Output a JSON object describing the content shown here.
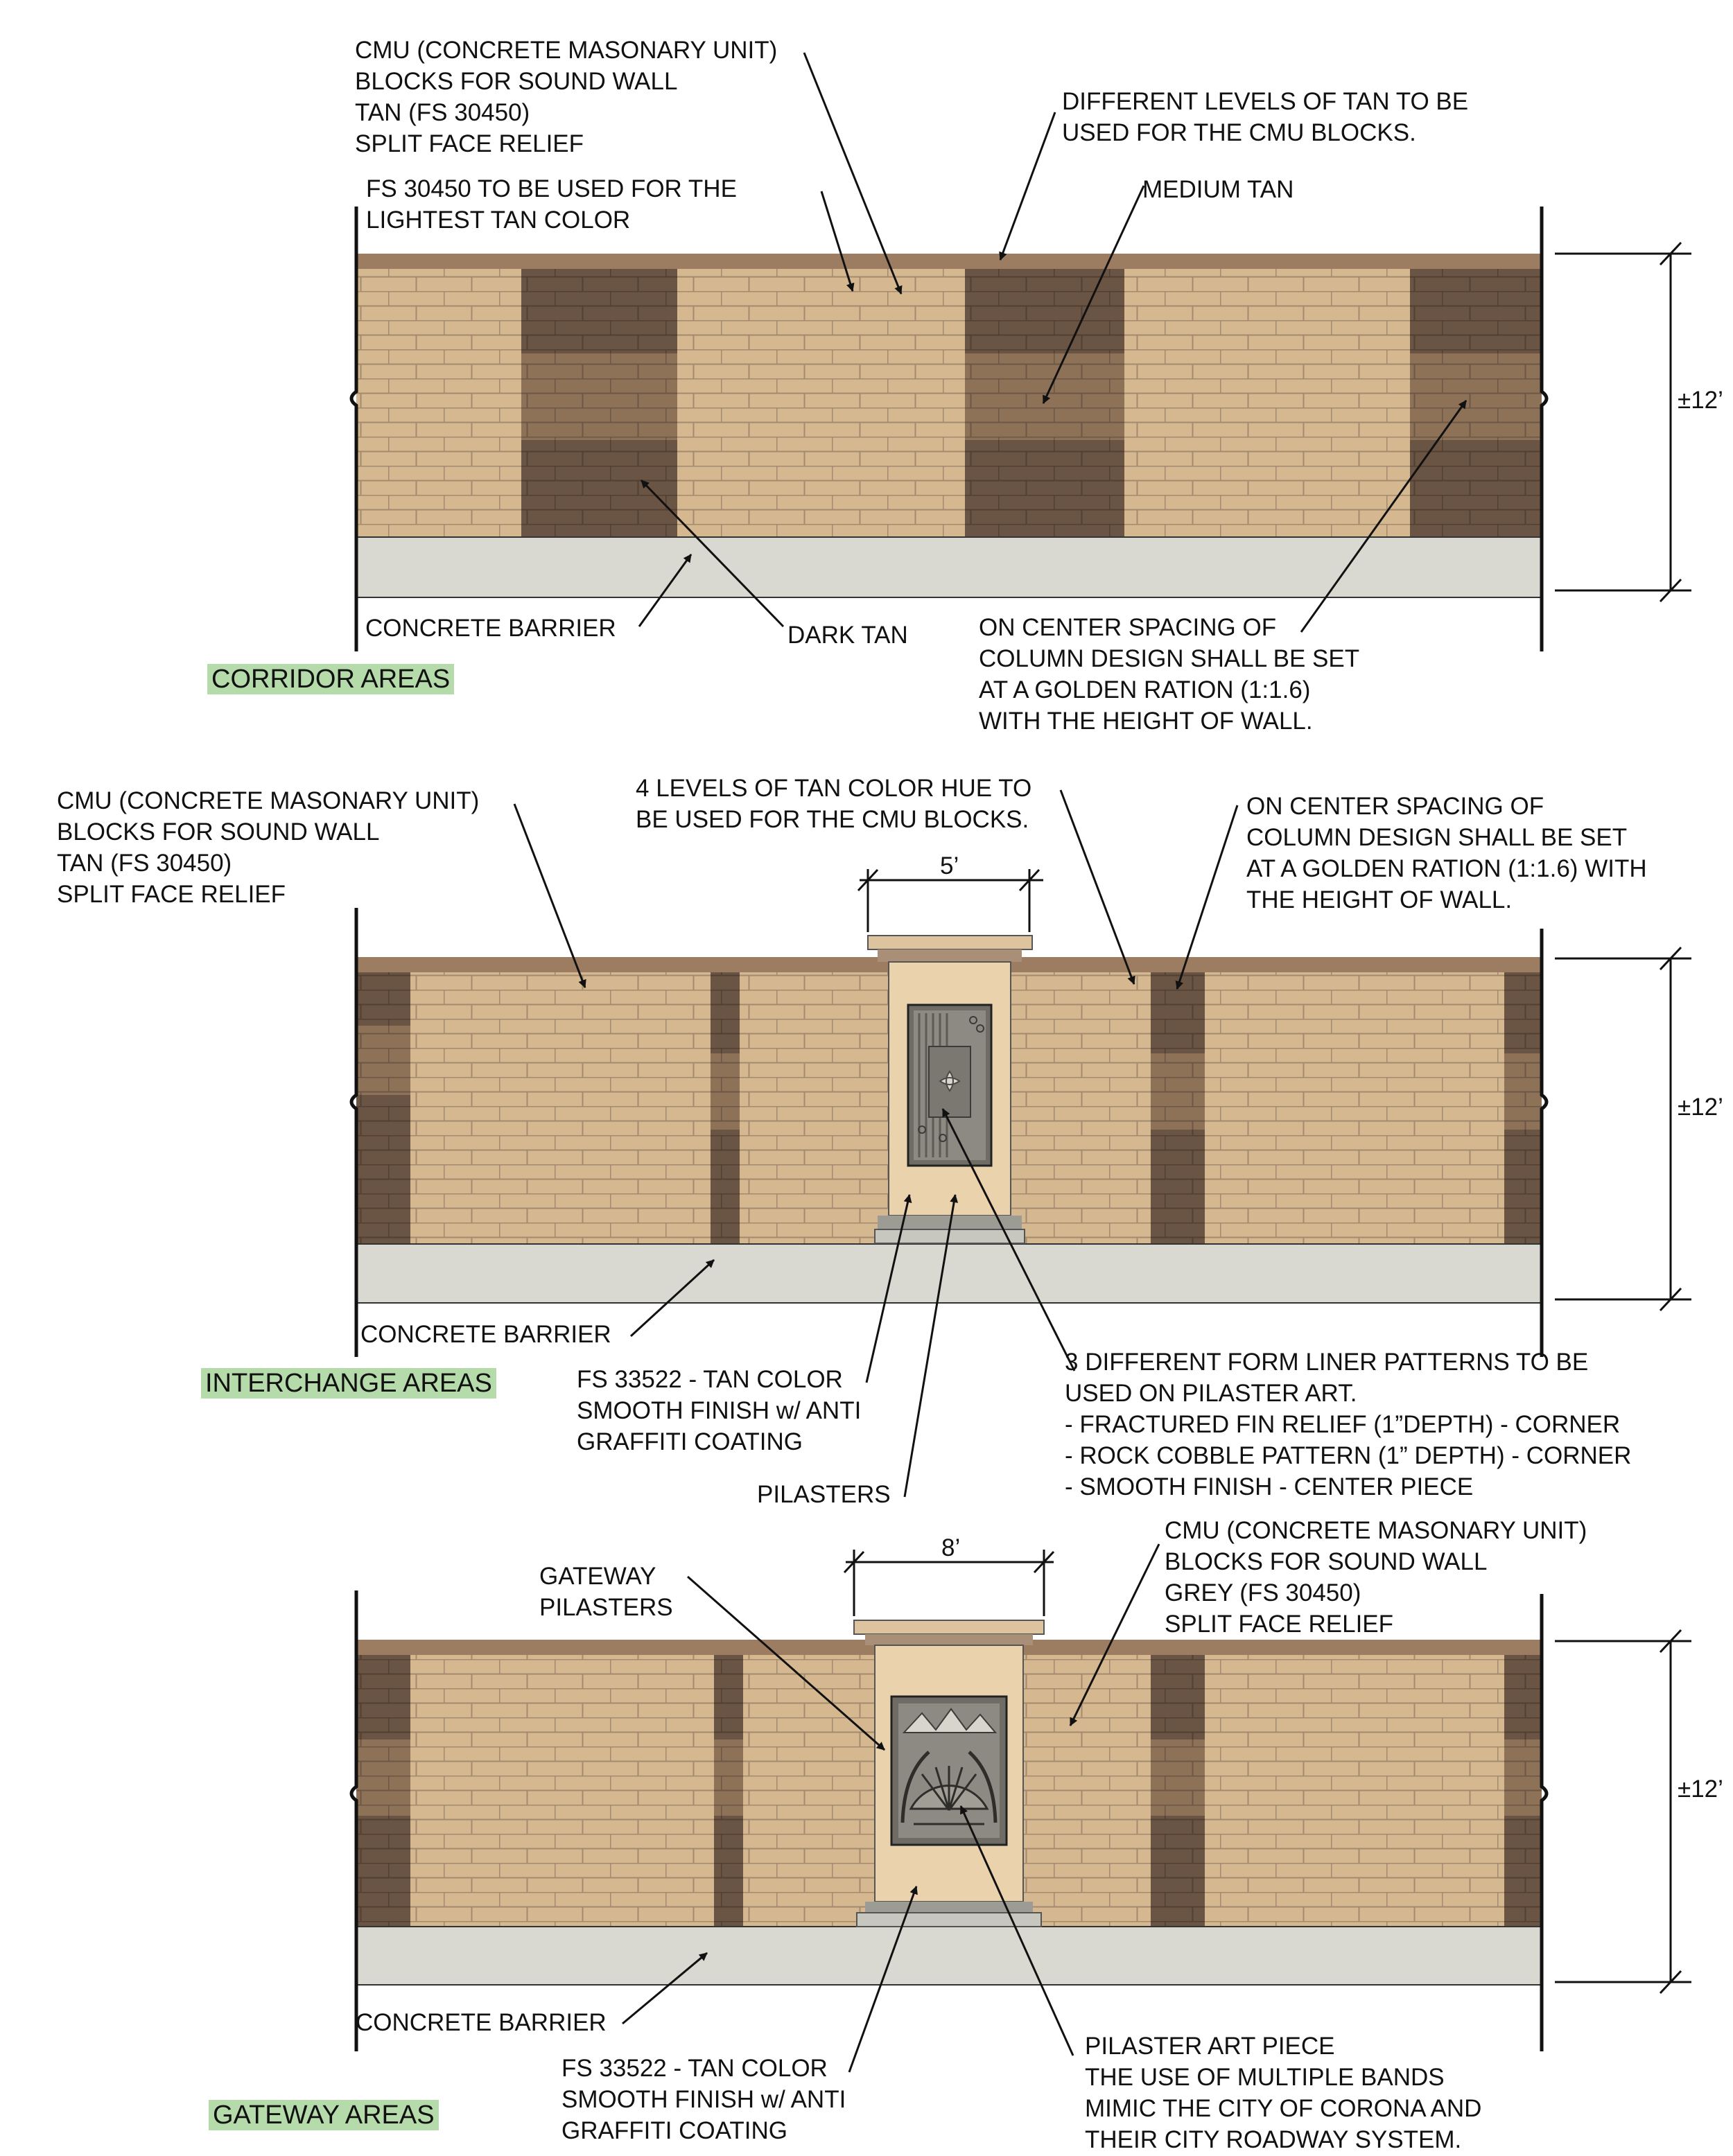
{
  "colors": {
    "light_tan": "#d5b790",
    "medium_tan": "#8d7258",
    "dark_tan": "#6a5443",
    "cap_tan": "#9c7d62",
    "barrier": "#dad9d1",
    "pilaster": "#ead2ad",
    "area_tag_bg": "#b6dbaa",
    "art_panel": "#6f6c65"
  },
  "corridor": {
    "area_label": "CORRIDOR AREAS",
    "cmu_note": "CMU (CONCRETE MASONARY UNIT)\nBLOCKS FOR SOUND WALL\nTAN (FS 30450)\nSPLIT FACE RELIEF",
    "lightest_note": "FS 30450 TO BE USED FOR THE\nLIGHTEST TAN COLOR",
    "levels_note": "DIFFERENT LEVELS OF TAN TO BE\nUSED FOR THE CMU BLOCKS.",
    "medium_label": "MEDIUM TAN",
    "barrier_label": "CONCRETE BARRIER",
    "dark_label": "DARK TAN",
    "spacing_note": "ON CENTER SPACING OF\nCOLUMN DESIGN SHALL BE SET\nAT A GOLDEN RATION (1:1.6)\nWITH THE HEIGHT OF WALL.",
    "height_dim": "±12’"
  },
  "interchange": {
    "area_label": "INTERCHANGE AREAS",
    "cmu_note": "CMU (CONCRETE MASONARY UNIT)\nBLOCKS FOR SOUND WALL\nTAN (FS 30450)\nSPLIT FACE RELIEF",
    "levels_note": "4 LEVELS OF TAN COLOR HUE TO\nBE USED FOR THE CMU BLOCKS.",
    "spacing_note": "ON CENTER SPACING OF\nCOLUMN DESIGN SHALL BE SET\nAT A GOLDEN RATION (1:1.6) WITH\nTHE HEIGHT OF WALL.",
    "width_dim": "5’",
    "height_dim": "±12’",
    "barrier_label": "CONCRETE BARRIER",
    "fs_note": "FS 33522 - TAN COLOR\nSMOOTH FINISH w/ ANTI\nGRAFFITI COATING",
    "pilasters_label": "PILASTERS",
    "liner_note": "3 DIFFERENT FORM LINER PATTERNS TO BE\nUSED ON PILASTER ART.\n- FRACTURED FIN RELIEF (1”DEPTH) - CORNER\n- ROCK COBBLE PATTERN (1” DEPTH) - CORNER\n- SMOOTH FINISH - CENTER PIECE"
  },
  "gateway": {
    "area_label": "GATEWAY AREAS",
    "gateway_label": "GATEWAY\nPILASTERS",
    "width_dim": "8’",
    "cmu_note": "CMU (CONCRETE MASONARY UNIT)\nBLOCKS FOR SOUND WALL\nGREY (FS 30450)\nSPLIT FACE RELIEF",
    "height_dim": "±12’",
    "barrier_label": "CONCRETE BARRIER",
    "fs_note": "FS 33522 - TAN COLOR\nSMOOTH FINISH w/ ANTI\nGRAFFITI COATING",
    "art_note": "PILASTER ART PIECE\nTHE USE OF MULTIPLE BANDS\nMIMIC THE CITY OF CORONA AND\nTHEIR CITY ROADWAY SYSTEM."
  }
}
